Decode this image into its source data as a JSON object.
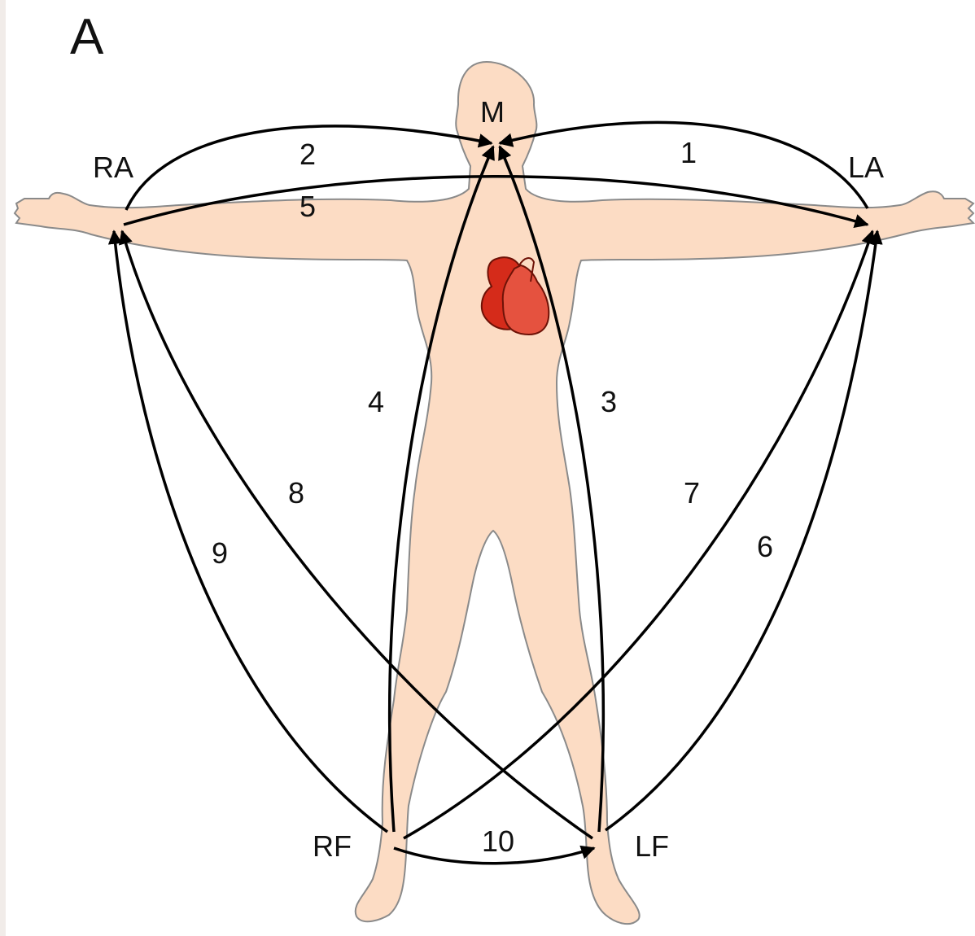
{
  "figure": {
    "panel_label": "A"
  },
  "nodes": {
    "M": "M",
    "RA": "RA",
    "LA": "LA",
    "RF": "RF",
    "LF": "LF"
  },
  "edges": [
    {
      "label": "1",
      "from": "LA",
      "to": "M"
    },
    {
      "label": "2",
      "from": "RA",
      "to": "M"
    },
    {
      "label": "3",
      "from": "LF",
      "to": "M"
    },
    {
      "label": "4",
      "from": "RF",
      "to": "M"
    },
    {
      "label": "5",
      "from": "RA",
      "to": "LA"
    },
    {
      "label": "6",
      "from": "LF",
      "to": "LA"
    },
    {
      "label": "7",
      "from": "RF",
      "to": "LA"
    },
    {
      "label": "8",
      "from": "LF",
      "to": "RA"
    },
    {
      "label": "9",
      "from": "RF",
      "to": "RA"
    },
    {
      "label": "10",
      "from": "RF",
      "to": "LF"
    }
  ],
  "colors": {
    "body": "#fcdcc4",
    "heart_dark": "#d52b1a",
    "heart_light": "#e5523f",
    "arrow": "#000000"
  }
}
